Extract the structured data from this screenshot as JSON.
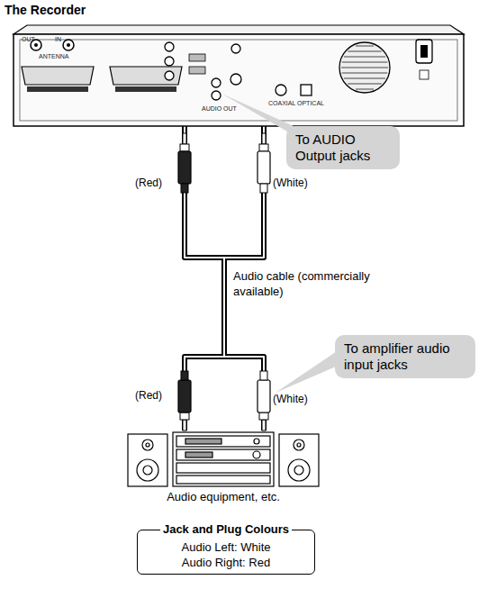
{
  "diagram": {
    "nodes": [
      {
        "text": [
          "The Recorder"
        ]
      },
      {
        "text": [
          "To AUDIO Output jacks"
        ]
      },
      {
        "text": [
          "To amplifier audio input jacks"
        ]
      },
      {
        "text": [
          "Audio equipment, etc."
        ]
      },
      {
        "text": [
          "Jack and Plug Colours",
          "Audio Left: White",
          "Audio Right: Red"
        ]
      }
    ],
    "edges": [
      {
        "from": 0,
        "to": 3,
        "arrow": "none",
        "label": "Audio cable (commercially available)"
      }
    ],
    "labels": [
      "(Red)",
      "(White)",
      "(Red)",
      "(White)",
      "OUT",
      "IN",
      "ANTENNA",
      "AUDIO OUT",
      "COAXIAL",
      "OPTICAL"
    ]
  }
}
